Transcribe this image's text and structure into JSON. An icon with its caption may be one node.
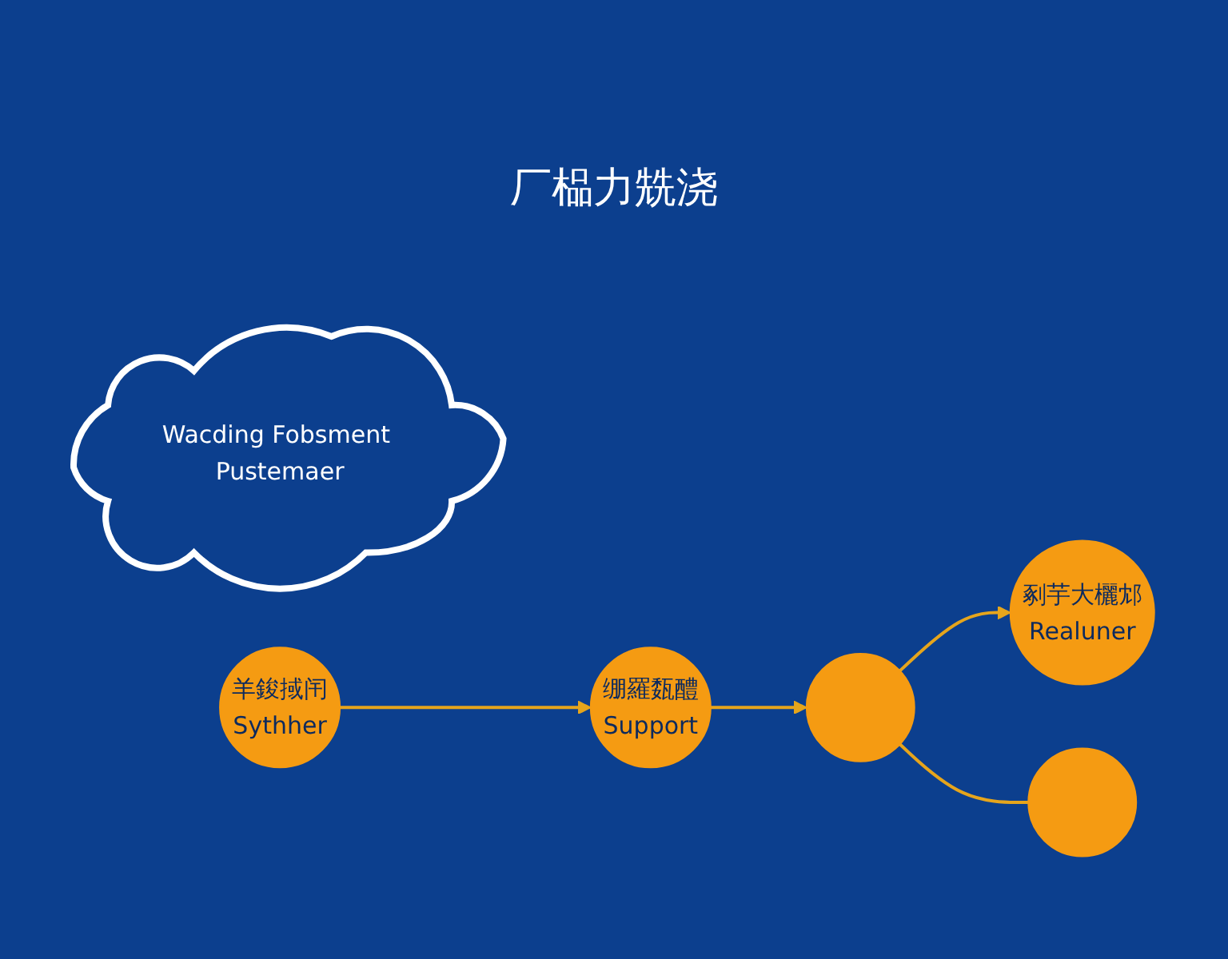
{
  "diagram": {
    "title": "厂榀力兟浇",
    "nodes": [
      {
        "text": [
          "Wacding Fobsment Pustemaer"
        ]
      },
      {
        "text": [
          "羊鋑掝闬",
          "Sythher"
        ]
      },
      {
        "text": [
          "绷羅瓾醴",
          "Support"
        ]
      },
      {
        "text": [],
        "shape": "circle"
      },
      {
        "text": [],
        "shape": "circle"
      },
      {
        "text": [
          "剢芋大欐邥",
          "Realuner"
        ]
      }
    ],
    "edges": [
      {
        "from": 1,
        "to": 2,
        "arrow": "to"
      },
      {
        "from": 2,
        "to": 3,
        "arrow": "to"
      },
      {
        "from": 3,
        "to": 5,
        "arrow": "to"
      },
      {
        "from": 3,
        "to": 4,
        "arrow": "none"
      }
    ]
  }
}
